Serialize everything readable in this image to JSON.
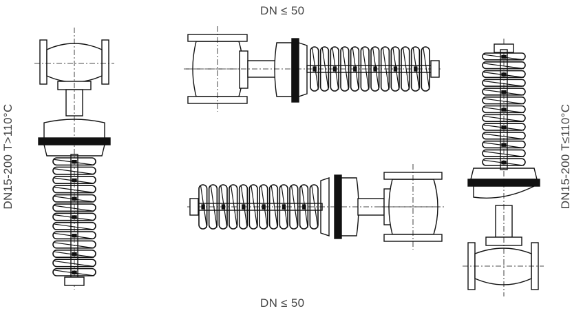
{
  "labels": {
    "top": "DN ≤ 50",
    "bottom": "DN ≤ 50",
    "left": "DN15-200 T>110°C",
    "right": "DN15-200 T≤110°C"
  },
  "colors": {
    "stroke": "#111111",
    "axis": "#444444",
    "text": "#444444"
  }
}
